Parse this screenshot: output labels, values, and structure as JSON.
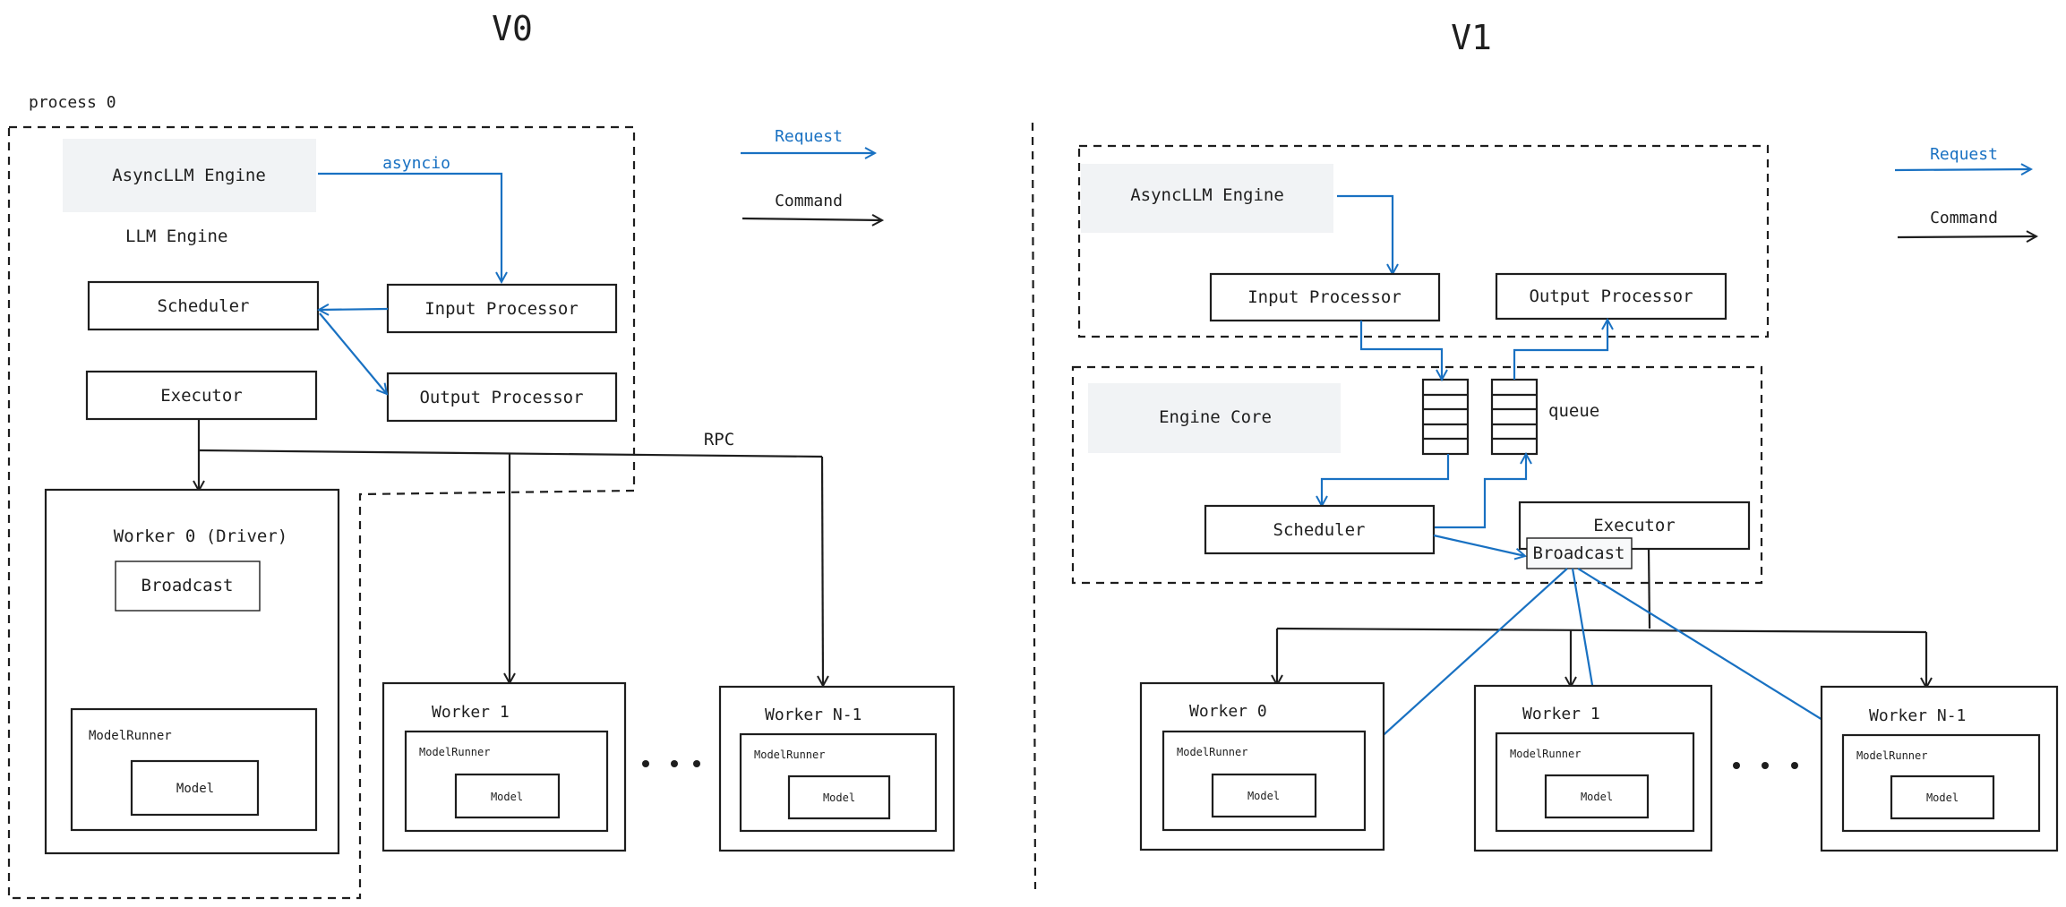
{
  "v0": {
    "title": "V0",
    "process_label": "process 0",
    "async_engine": "AsyncLLM Engine",
    "asyncio": "asyncio",
    "llm_engine": "LLM Engine",
    "scheduler": "Scheduler",
    "input_processor": "Input Processor",
    "output_processor": "Output Processor",
    "executor": "Executor",
    "rpc": "RPC",
    "worker0": {
      "title": "Worker 0 (Driver)",
      "broadcast": "Broadcast",
      "model_runner": "ModelRunner",
      "model": "Model"
    },
    "worker1": {
      "title": "Worker 1",
      "model_runner": "ModelRunner",
      "model": "Model"
    },
    "workerN": {
      "title": "Worker N-1",
      "model_runner": "ModelRunner",
      "model": "Model"
    },
    "legend": {
      "request": "Request",
      "command": "Command"
    }
  },
  "v1": {
    "title": "V1",
    "async_engine": "AsyncLLM Engine",
    "input_processor": "Input Processor",
    "output_processor": "Output Processor",
    "engine_core": "Engine Core",
    "queue": "queue",
    "scheduler": "Scheduler",
    "executor": "Executor",
    "broadcast": "Broadcast",
    "worker0": {
      "title": "Worker 0",
      "model_runner": "ModelRunner",
      "model": "Model"
    },
    "worker1": {
      "title": "Worker 1",
      "model_runner": "ModelRunner",
      "model": "Model"
    },
    "workerN": {
      "title": "Worker N-1",
      "model_runner": "ModelRunner",
      "model": "Model"
    },
    "legend": {
      "request": "Request",
      "command": "Command"
    }
  },
  "colors": {
    "ink": "#1e1e1e",
    "request_arrow": "#1971c2",
    "shaded_fill": "#f1f3f5"
  }
}
